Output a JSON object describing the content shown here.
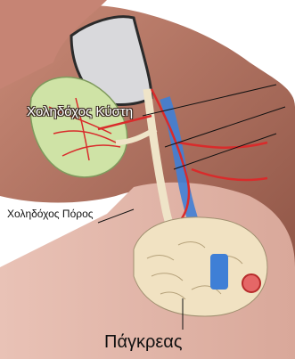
{
  "labels": {
    "gallbladder": "Χοληδόχος Κύστη",
    "bile_duct": "Χοληδόχος Πόρος",
    "pancreas": "Πάγκρεας"
  },
  "colors": {
    "liver": "#b0705c",
    "gallbladder": "#cfe3a6",
    "bile_duct": "#efe4c8",
    "pancreas": "#f1e2c2",
    "vessels": "#d92b2b",
    "portal_vein": "#3f7fd6",
    "label_text": "#111111"
  },
  "icons": {
    "structure_illustration": "anatomical-drawing"
  }
}
